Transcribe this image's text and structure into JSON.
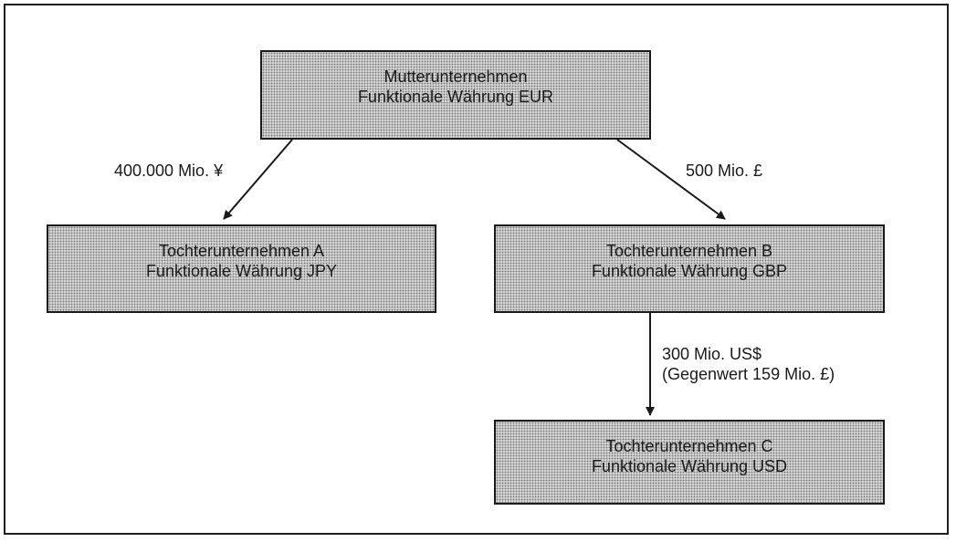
{
  "diagram": {
    "nodes": {
      "parent": {
        "line1": "Mutterunternehmen",
        "line2": "Funktionale Währung EUR"
      },
      "sub_a": {
        "line1": "Tochterunternehmen A",
        "line2": "Funktionale Währung JPY"
      },
      "sub_b": {
        "line1": "Tochterunternehmen B",
        "line2": "Funktionale Währung GBP"
      },
      "sub_c": {
        "line1": "Tochterunternehmen C",
        "line2": "Funktionale Währung USD"
      }
    },
    "edges": [
      {
        "from": "parent",
        "to": "sub_a",
        "label_line1": "400.000 Mio. ¥"
      },
      {
        "from": "parent",
        "to": "sub_b",
        "label_line1": "500 Mio. £"
      },
      {
        "from": "sub_b",
        "to": "sub_c",
        "label_line1": "300 Mio. US$",
        "label_line2": "(Gegenwert 159 Mio. £)"
      }
    ],
    "colors": {
      "box_fill": "#c4c4c4",
      "stroke": "#1a1a1a",
      "text": "#1a1a1a",
      "background": "#ffffff"
    }
  }
}
